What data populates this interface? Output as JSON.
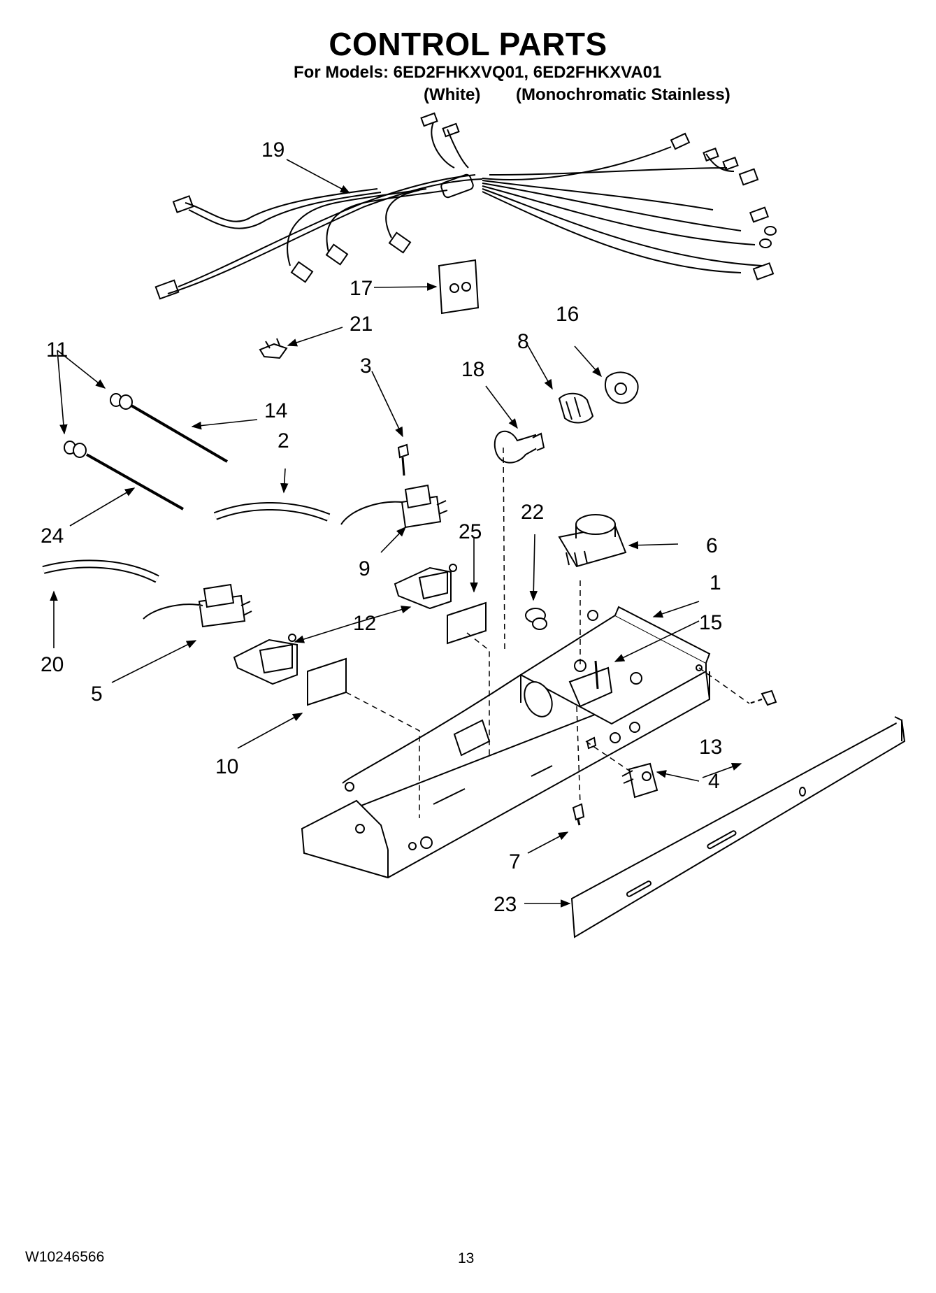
{
  "header": {
    "title": "CONTROL PARTS",
    "models": "For Models: 6ED2FHKXVQ01, 6ED2FHKXVA01",
    "variant_white": "(White)",
    "variant_stainless": "(Monochromatic Stainless)"
  },
  "callouts": {
    "c1": "1",
    "c2": "2",
    "c3": "3",
    "c4": "4",
    "c5": "5",
    "c6": "6",
    "c7": "7",
    "c8": "8",
    "c9": "9",
    "c10": "10",
    "c11": "11",
    "c12": "12",
    "c13": "13",
    "c14": "14",
    "c15": "15",
    "c16": "16",
    "c17": "17",
    "c18": "18",
    "c19": "19",
    "c20": "20",
    "c21": "21",
    "c22": "22",
    "c23": "23",
    "c24": "24",
    "c25": "25"
  },
  "footer": {
    "doc_number": "W10246566",
    "page_number": "13"
  }
}
